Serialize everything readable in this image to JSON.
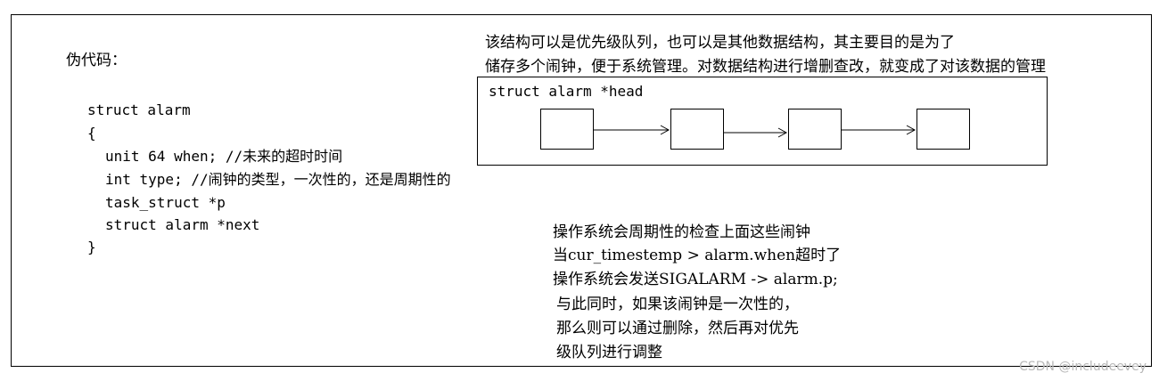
{
  "diagram": {
    "pseudocode_heading": "伪代码：",
    "code_lines": [
      "struct alarm",
      "{",
      "unit 64 when; //未来的超时时间",
      "int type; //闹钟的类型，一次性的，还是周期性的",
      "task_struct *p",
      "struct alarm *next",
      "}"
    ],
    "note_top": [
      "该结构可以是优先级队列，也可以是其他数据结构，其主要目的是为了",
      "储存多个闹钟，便于系统管理。对数据结构进行增删查改，就变成了对该数据的管理"
    ],
    "head_label": "struct alarm *head",
    "note_bottom": [
      "操作系统会周期性的检查上面这些闹钟",
      "当cur_timestemp > alarm.when超时了",
      "操作系统会发送SIGALARM -> alarm.p;",
      "与此同时，如果该闹钟是一次性的，",
      "那么则可以通过删除，然后再对优先",
      "级队列进行调整"
    ],
    "watermark": "CSDN @includeevey"
  }
}
